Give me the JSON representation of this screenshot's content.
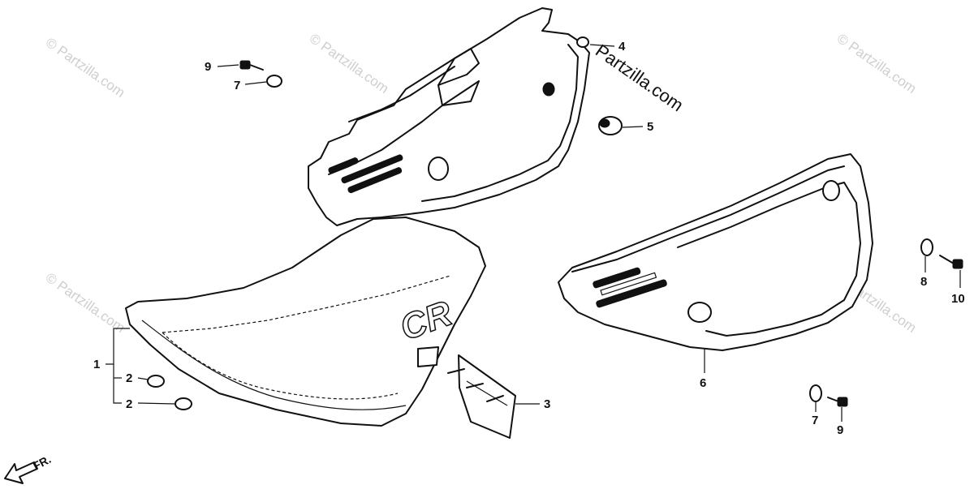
{
  "watermark": {
    "text": "© Partzilla.com",
    "strong_text": "Partzilla.com"
  },
  "direction_label": "FR.",
  "callouts": [
    {
      "id": "c1",
      "label": "1"
    },
    {
      "id": "c2a",
      "label": "2"
    },
    {
      "id": "c2b",
      "label": "2"
    },
    {
      "id": "c3",
      "label": "3"
    },
    {
      "id": "c4",
      "label": "4"
    },
    {
      "id": "c5",
      "label": "5"
    },
    {
      "id": "c6",
      "label": "6"
    },
    {
      "id": "c7a",
      "label": "7"
    },
    {
      "id": "c7b",
      "label": "7"
    },
    {
      "id": "c8",
      "label": "8"
    },
    {
      "id": "c9a",
      "label": "9"
    },
    {
      "id": "c9b",
      "label": "9"
    },
    {
      "id": "c10",
      "label": "10"
    }
  ],
  "seat_logo": "CR"
}
